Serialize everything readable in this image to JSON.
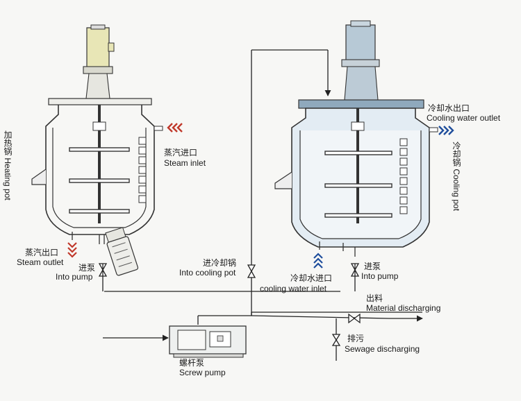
{
  "heating_pot": {
    "side_label": "加热锅 Heating pot",
    "steam_inlet_cn": "蒸汽进口",
    "steam_inlet_en": "Steam inlet",
    "steam_outlet_cn": "蒸汽出口",
    "steam_outlet_en": "Steam outlet",
    "into_pump_cn": "进泵",
    "into_pump_en": "Into pump"
  },
  "cooling_pot": {
    "side_label": "冷却锅 Cooling pot",
    "cooling_water_outlet_cn": "冷却水出口",
    "cooling_water_outlet_en": "Cooling water outlet",
    "cooling_water_inlet_cn": "冷却水进口",
    "cooling_water_inlet_en": "cooling water inlet",
    "into_pump_cn": "进泵",
    "into_pump_en": "Into pump"
  },
  "piping": {
    "into_cooling_pot_cn": "进冷却锅",
    "into_cooling_pot_en": "Into cooling pot",
    "material_discharging_cn": "出料",
    "material_discharging_en": "Material discharging",
    "sewage_discharging_cn": "排污",
    "sewage_discharging_en": "Sewage discharging",
    "screw_pump_cn": "螺杆泵",
    "screw_pump_en": "Screw pump"
  },
  "colors": {
    "steam": "#c0392b",
    "cooling": "#1f4e9c",
    "line": "#222222",
    "cooling_fill": "#e3ecf3",
    "motor_yellow": "#e8e6b6",
    "motor_blue": "#b7c9d6"
  }
}
